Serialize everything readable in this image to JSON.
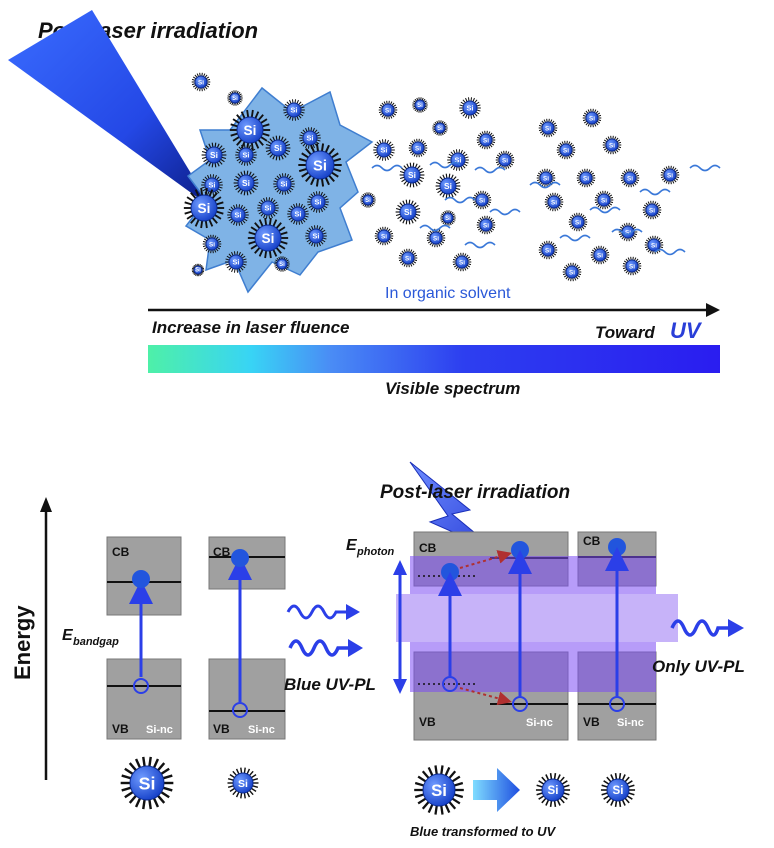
{
  "top": {
    "title": "Post-laser irradiation",
    "solvent_label": "In organic solvent",
    "fluence_label": "Increase in laser fluence",
    "toward_label": "Toward",
    "uv_label": "UV",
    "spectrum_label": "Visible spectrum"
  },
  "bottom": {
    "energy_label": "Energy",
    "laser_label": "Post-laser irradiation",
    "cb": "CB",
    "vb": "VB",
    "sinc": "Si-nc",
    "e_bandgap_main": "E",
    "e_bandgap_sub": "bandgap",
    "e_photon_main": "E",
    "e_photon_sub": "photon",
    "blue_uv_pl": "Blue UV-PL",
    "only_uv_pl": "Only UV-PL",
    "transform_label": "Blue transformed to UV"
  },
  "si_label": "Si",
  "colors": {
    "particle": "#2255dd",
    "laser": "#1a3fe0",
    "arrow": "#2b3fe8",
    "band": "#9a9a9a",
    "overlay": "#8a5cf0",
    "dotted": "#c0392b"
  }
}
